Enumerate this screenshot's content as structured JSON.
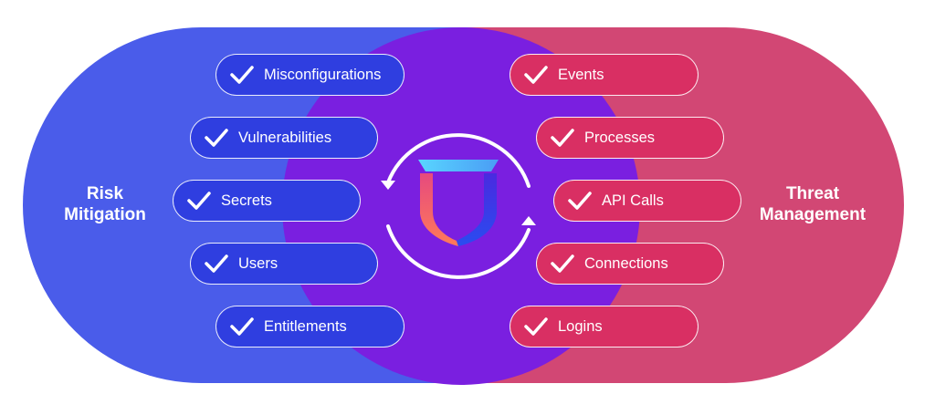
{
  "colors": {
    "risk_bg": "#4a5cea",
    "threat_bg": "#d24774",
    "center_circle": "#7a1fe0",
    "left_pill": "#2f3ee0",
    "right_pill": "#d92f63"
  },
  "left": {
    "title": "Risk\nMitigation",
    "items": [
      {
        "label": "Misconfigurations"
      },
      {
        "label": "Vulnerabilities"
      },
      {
        "label": "Secrets"
      },
      {
        "label": "Users"
      },
      {
        "label": "Entitlements"
      }
    ]
  },
  "right": {
    "title": "Threat\nManagement",
    "items": [
      {
        "label": "Events"
      },
      {
        "label": "Processes"
      },
      {
        "label": "API Calls"
      },
      {
        "label": "Connections"
      },
      {
        "label": "Logins"
      }
    ]
  },
  "center": {
    "icons": [
      "shield-logo-icon",
      "cycle-arrows-icon"
    ]
  }
}
